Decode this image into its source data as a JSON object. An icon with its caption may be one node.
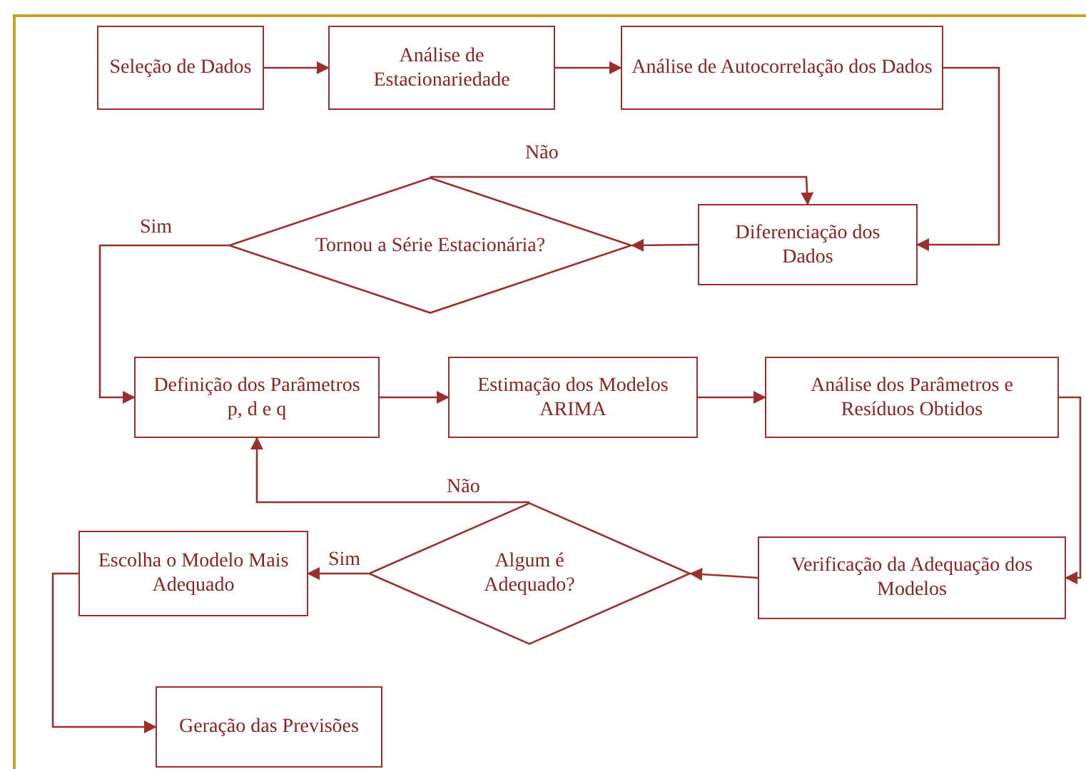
{
  "diagram": {
    "nodes": [
      {
        "text": [
          "Seleção de Dados"
        ]
      },
      {
        "text": [
          "Análise de Estacionariedade"
        ]
      },
      {
        "text": [
          "Análise de Autocorrelação dos Dados"
        ]
      },
      {
        "text": [
          "Diferenciação dos Dados"
        ]
      },
      {
        "text": [
          "Tornou a Série Estacionária?"
        ]
      },
      {
        "text": [
          "Definição dos Parâmetros p, d e q"
        ]
      },
      {
        "text": [
          "Estimação dos Modelos ARIMA"
        ]
      },
      {
        "text": [
          "Análise dos Parâmetros e Resíduos Obtidos"
        ]
      },
      {
        "text": [
          "Verificação da Adequação dos Modelos"
        ]
      },
      {
        "text": [
          "Algum é Adequado?"
        ]
      },
      {
        "text": [
          "Escolha o Modelo Mais Adequado"
        ]
      },
      {
        "text": [
          "Geração das Previsões"
        ]
      }
    ],
    "edges": [
      {
        "from": 0,
        "to": 1,
        "arrow": "to"
      },
      {
        "from": 1,
        "to": 2,
        "arrow": "to"
      },
      {
        "from": 2,
        "to": 3,
        "arrow": "to"
      },
      {
        "from": 3,
        "to": 4,
        "arrow": "to"
      },
      {
        "from": 4,
        "to": 3,
        "arrow": "to",
        "label": "Não"
      },
      {
        "from": 4,
        "to": 5,
        "arrow": "to",
        "label": "Sim"
      },
      {
        "from": 5,
        "to": 6,
        "arrow": "to"
      },
      {
        "from": 6,
        "to": 7,
        "arrow": "to"
      },
      {
        "from": 7,
        "to": 8,
        "arrow": "to"
      },
      {
        "from": 8,
        "to": 9,
        "arrow": "to"
      },
      {
        "from": 9,
        "to": 5,
        "arrow": "to",
        "label": "Não"
      },
      {
        "from": 9,
        "to": 10,
        "arrow": "to",
        "label": "Sim"
      },
      {
        "from": 10,
        "to": 11,
        "arrow": "to"
      }
    ]
  }
}
